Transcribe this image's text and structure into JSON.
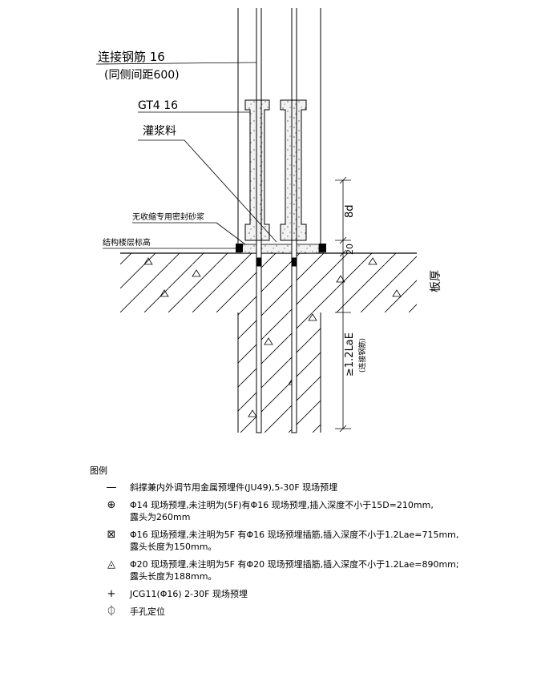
{
  "labels": {
    "connect_rebar": "连接钢筋 16",
    "connect_rebar_note": "(同侧间距600)",
    "gt4": "GT4 16",
    "grout": "灌浆料",
    "seal_mortar": "无收缩专用密封砂浆",
    "floor_level": "结构楼层标高",
    "slab_thickness": "板厚",
    "dim_8d": "8d",
    "dim_20": "20",
    "dim_lae": "≥1.2LaE",
    "dim_lae_note": "(连接钢筋)"
  },
  "legend": {
    "title": "图例",
    "items": [
      {
        "icon": "dash-line-icon",
        "symbol": "—",
        "lines": [
          "斜撑兼内外调节用金属预埋件(JU49),5-30F 现场预埋"
        ]
      },
      {
        "icon": "circle-cross-icon",
        "symbol": "⊕",
        "lines": [
          "Φ14  现场预埋,未注明为(5F)有Φ16  现场预埋,插入深度不小于15D=210mm,",
          "露头为260mm"
        ]
      },
      {
        "icon": "boxed-cross-icon",
        "symbol": "⊠",
        "lines": [
          "Φ16  现场预埋,未注明为5F 有Φ16 现场预埋插筋,插入深度不小于1.2Lae=715mm,",
          "露头长度为150mm。"
        ]
      },
      {
        "icon": "circle-triangle-icon",
        "symbol": "◬",
        "lines": [
          "Φ20  现场预埋,未注明为5F 有Φ20 现场预埋插筋,插入深度不小于1.2Lae=890mm;",
          "露头长度为188mm。"
        ]
      },
      {
        "icon": "plus-mark-icon",
        "symbol": "+",
        "lines": [
          "JCG11(Φ16) 2-30F 现场预埋"
        ]
      },
      {
        "icon": "circle-pin-icon",
        "symbol": "⏀",
        "lines": [
          "手孔定位"
        ]
      }
    ]
  }
}
